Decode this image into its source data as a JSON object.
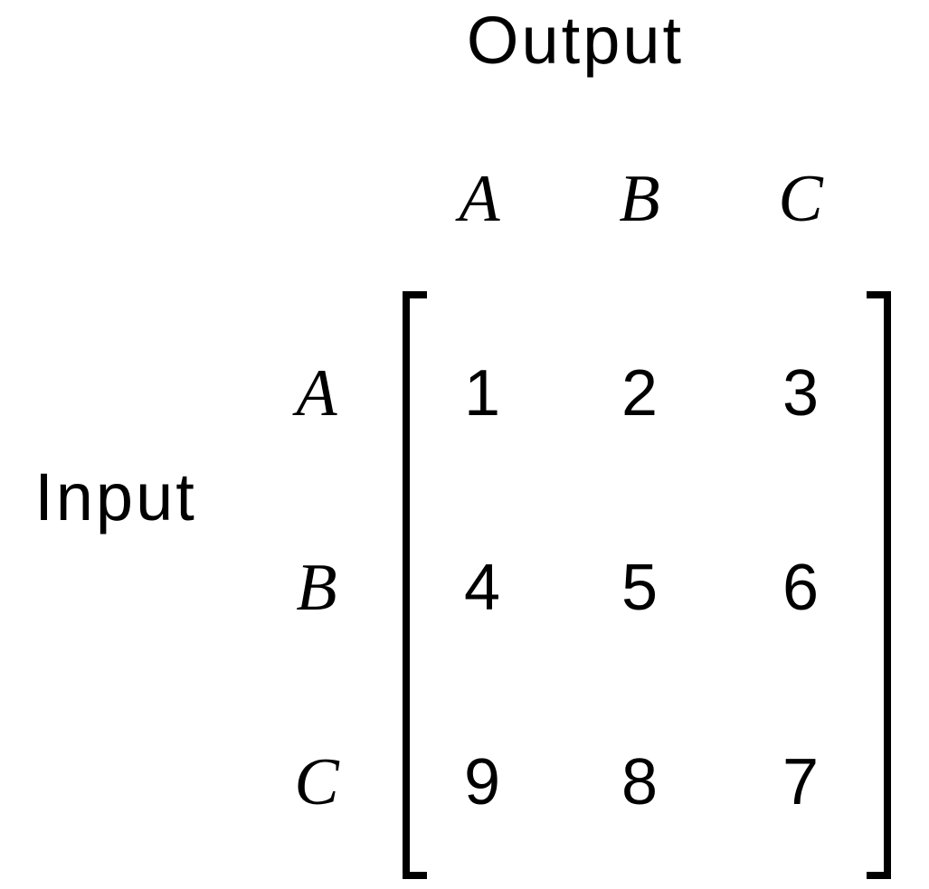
{
  "title": "Output",
  "row_axis_label": "Input",
  "column_headers": [
    "A",
    "B",
    "C"
  ],
  "row_headers": [
    "A",
    "B",
    "C"
  ],
  "matrix": [
    [
      "1",
      "2",
      "3"
    ],
    [
      "4",
      "5",
      "6"
    ],
    [
      "9",
      "8",
      "7"
    ]
  ]
}
